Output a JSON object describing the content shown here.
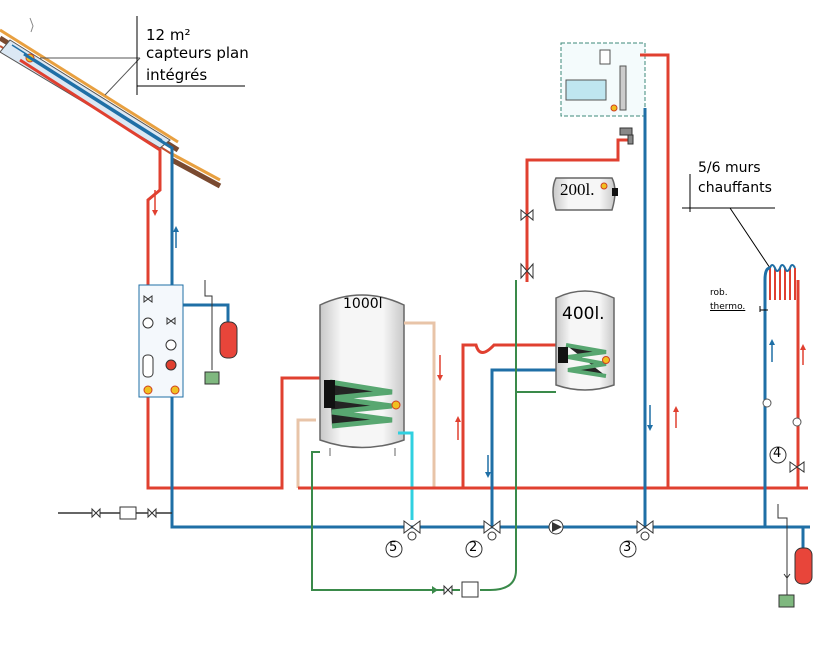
{
  "labels": {
    "collectors_area": "12 m²",
    "collectors_line1": "capteurs plan",
    "collectors_line2": "intégrés",
    "heated_walls_line1": "5/6 murs",
    "heated_walls_line2": "chauffants",
    "thermo_valve_line1": "rob.",
    "thermo_valve_line2": "thermo.",
    "tank_1000": "1000l",
    "tank_400": "400l.",
    "tank_200": "200l."
  },
  "valve_numbers": [
    "5",
    "2",
    "3",
    "4"
  ],
  "colors": {
    "hot_pipe": "#e04030",
    "cold_pipe": "#1f6fa6",
    "glycol_pipe": "#3a8a4a",
    "beige_pipe": "#e8c4a8",
    "cyan_pipe": "#30d0e0",
    "heat_exchanger": "#3d9a5a",
    "expansion_vessel": "#e8453a"
  }
}
